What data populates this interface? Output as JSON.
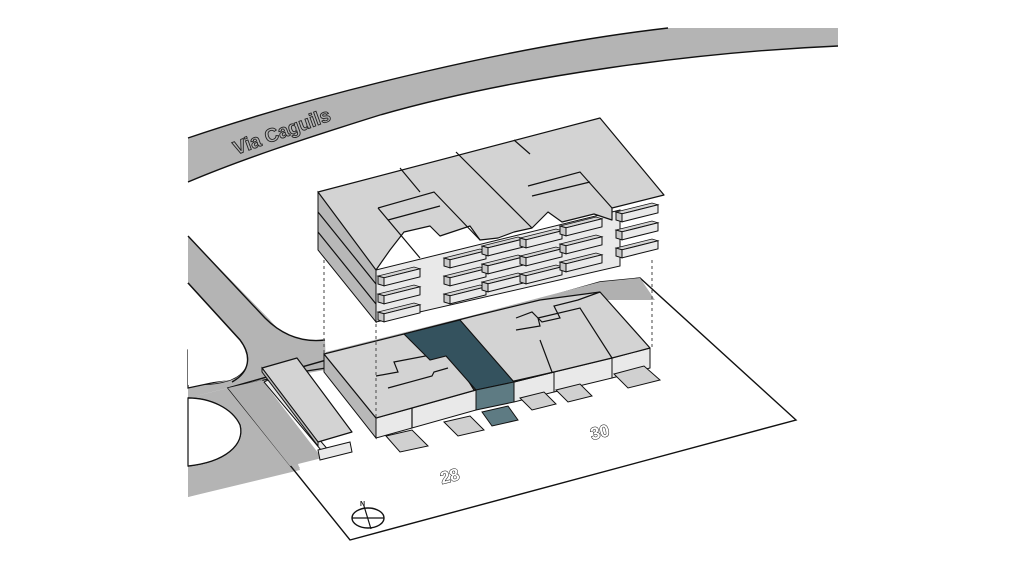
{
  "diagram": {
    "title": "Axonometric site diagram",
    "street_label": "Via Caguils",
    "lot_numbers": [
      "28",
      "30"
    ],
    "north_arrow_label": "N",
    "colors": {
      "background": "#ffffff",
      "road": "#b4b4b4",
      "roof": "#d3d3d3",
      "wall_light": "#e9e9e9",
      "wall_dark": "#b8b8b8",
      "highlight_top": "#34525e",
      "highlight_side": "#5e7b83"
    },
    "elements": {
      "upper_block": "Exploded upper residential floors with balconies",
      "ground_block": "Ground floor volume",
      "highlighted_unit": "Highlighted unit",
      "annex": "Covered parking / annex structure"
    }
  }
}
